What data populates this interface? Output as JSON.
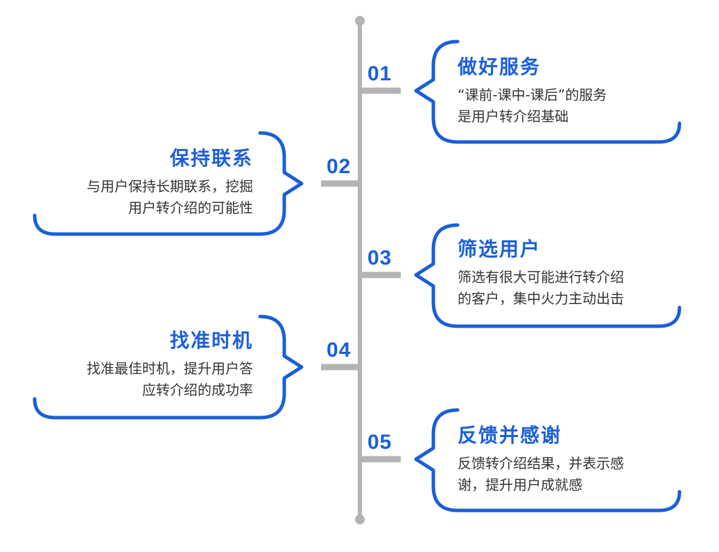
{
  "steps": [
    {
      "number": "01",
      "title": "做好服务",
      "desc_lines": [
        "“课前-课中-课后”的服务",
        "是用户转介绍基础"
      ]
    },
    {
      "number": "02",
      "title": "保持联系",
      "desc_lines": [
        "与用户保持长期联系，挖掘",
        "用户转介绍的可能性"
      ]
    },
    {
      "number": "03",
      "title": "筛选用户",
      "desc_lines": [
        "筛选有很大可能进行转介绍",
        "的客户，集中火力主动出击"
      ]
    },
    {
      "number": "04",
      "title": "找准时机",
      "desc_lines": [
        "找准最佳时机，提升用户答",
        "应转介绍的成功率"
      ]
    },
    {
      "number": "05",
      "title": "反馈并感谢",
      "desc_lines": [
        "反馈转介绍结果，并表示感",
        "谢，提升用户成就感"
      ]
    }
  ],
  "colors": {
    "accent": "#1a5fd8",
    "timeline": "#b3b3b3",
    "text": "#333333"
  }
}
